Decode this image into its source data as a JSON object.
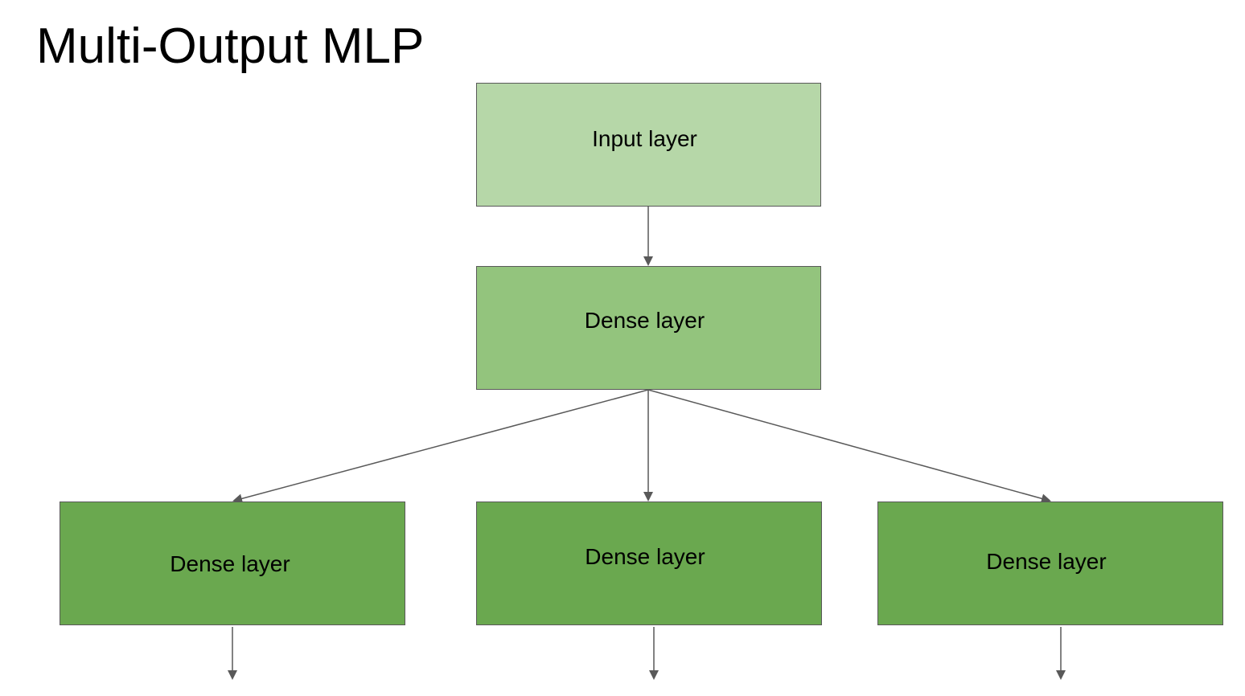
{
  "title": "Multi-Output MLP",
  "colors": {
    "input_layer_fill": "#b6d7a8",
    "dense_main_fill": "#93c47d",
    "dense_branch_fill": "#6aa84f",
    "border": "#595959",
    "edge": "#595959"
  },
  "nodes": {
    "input": {
      "label": "Input layer"
    },
    "dense_main": {
      "label": "Dense layer"
    },
    "dense_left": {
      "label": "Dense layer"
    },
    "dense_center": {
      "label": "Dense layer"
    },
    "dense_right": {
      "label": "Dense layer"
    }
  },
  "edges": [
    {
      "from": "input",
      "to": "dense_main"
    },
    {
      "from": "dense_main",
      "to": "dense_left"
    },
    {
      "from": "dense_main",
      "to": "dense_center"
    },
    {
      "from": "dense_main",
      "to": "dense_right"
    },
    {
      "from": "dense_left",
      "to": "output"
    },
    {
      "from": "dense_center",
      "to": "output"
    },
    {
      "from": "dense_right",
      "to": "output"
    }
  ]
}
